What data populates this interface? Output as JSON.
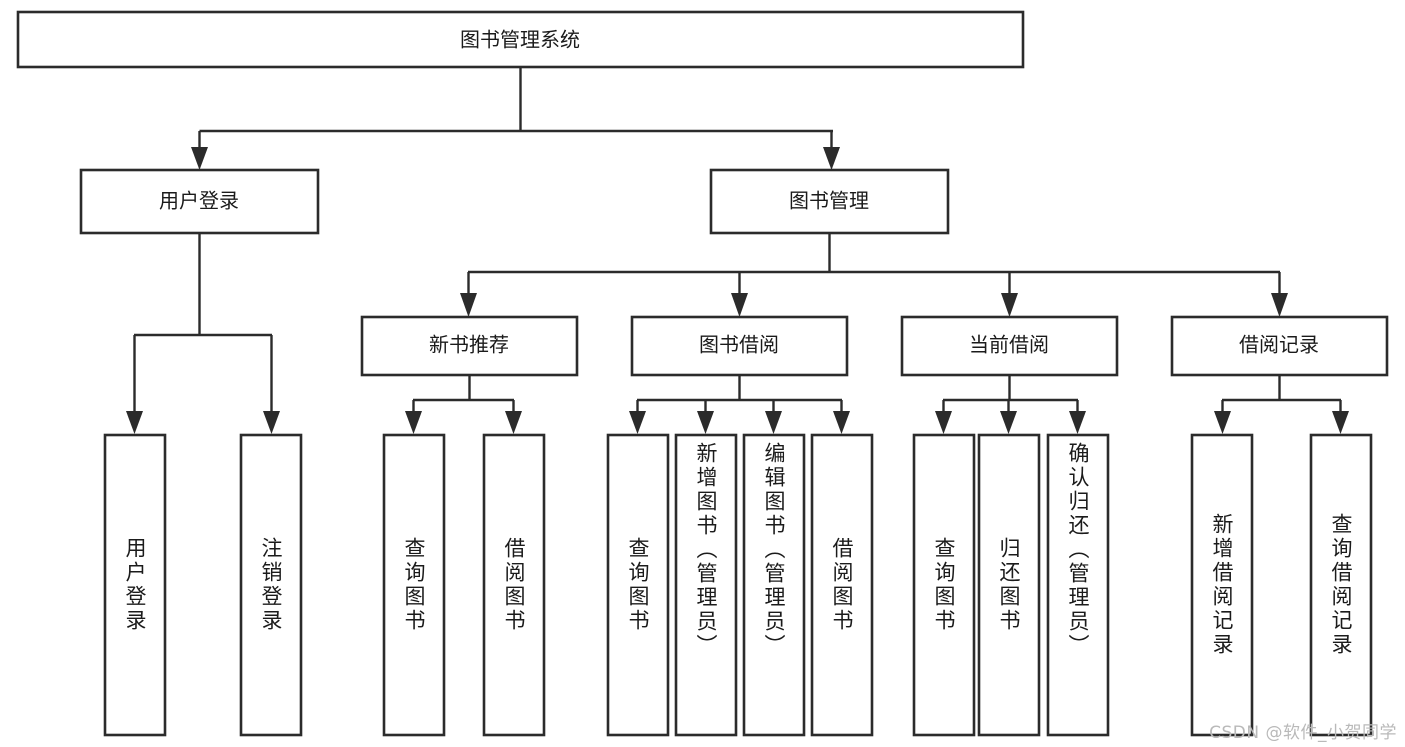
{
  "diagram": {
    "title": "图书管理系统",
    "type": "tree-structure-chart",
    "watermark": "CSDN @软件_小贺同学",
    "colors": {
      "stroke": "#2b2b2b",
      "fill": "#ffffff",
      "text": "#1b1b1b",
      "watermark": "#b9b9b9",
      "background": "#ffffff"
    },
    "root": {
      "label": "图书管理系统"
    },
    "level2": [
      {
        "label": "用户登录"
      },
      {
        "label": "图书管理"
      }
    ],
    "level3": [
      {
        "label": "新书推荐"
      },
      {
        "label": "图书借阅"
      },
      {
        "label": "当前借阅"
      },
      {
        "label": "借阅记录"
      }
    ],
    "leaves": {
      "user_login": [
        {
          "label": "用户登录"
        },
        {
          "label": "注销登录"
        }
      ],
      "new_book_recommend": [
        {
          "label": "查询图书"
        },
        {
          "label": "借阅图书"
        }
      ],
      "book_borrow": [
        {
          "label": "查询图书"
        },
        {
          "label": "新增图书（管理员）"
        },
        {
          "label": "编辑图书（管理员）"
        },
        {
          "label": "借阅图书"
        }
      ],
      "current_borrow": [
        {
          "label": "查询图书"
        },
        {
          "label": "归还图书"
        },
        {
          "label": "确认归还（管理员）"
        }
      ],
      "borrow_record": [
        {
          "label": "新增借阅记录"
        },
        {
          "label": "查询借阅记录"
        }
      ]
    }
  }
}
